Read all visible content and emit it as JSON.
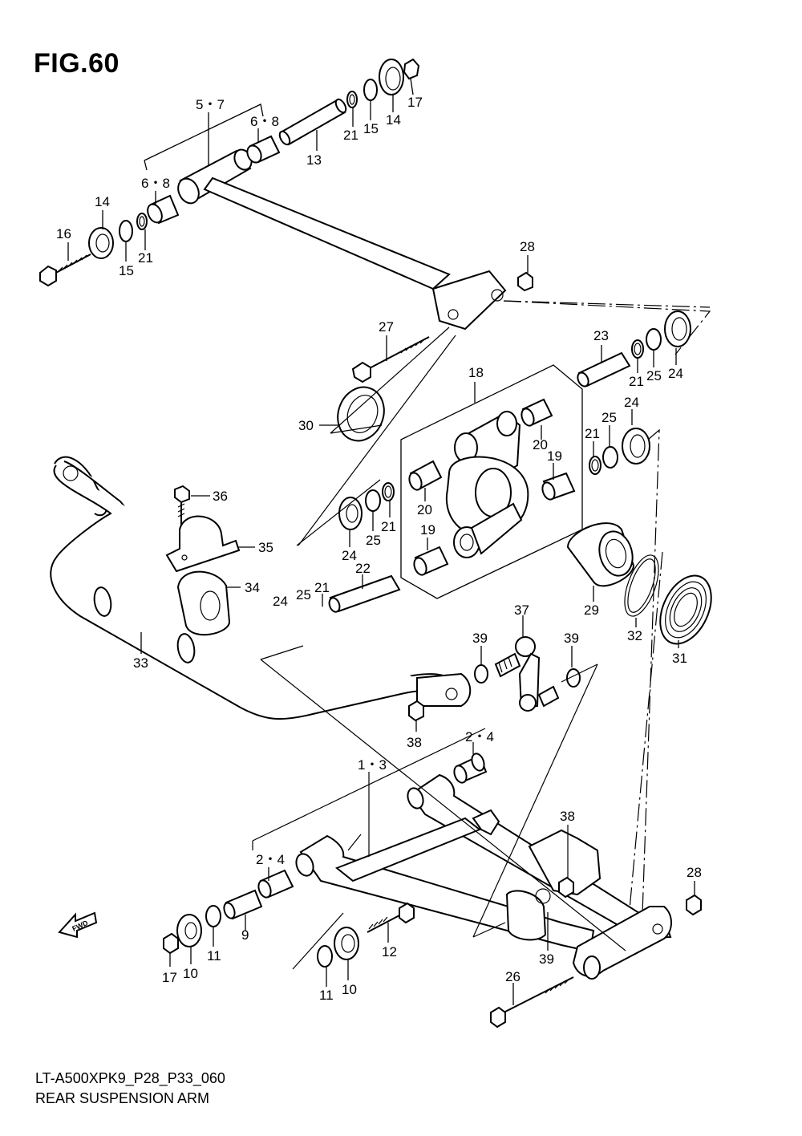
{
  "figure": {
    "title": "FIG.60"
  },
  "footer": {
    "code": "LT-A500XPK9_P28_P33_060",
    "name": "REAR SUSPENSION ARM"
  },
  "fwd_label": "FWD",
  "callouts": {
    "c5_7": "5・7",
    "c6_8a": "6・8",
    "c6_8b": "6・8",
    "c13": "13",
    "c21a": "21",
    "c15a": "15",
    "c14a": "14",
    "c17a": "17",
    "c14b": "14",
    "c16": "16",
    "c15b": "15",
    "c21b": "21",
    "c28a": "28",
    "c27": "27",
    "c23": "23",
    "c21c": "21",
    "c25a": "25",
    "c24a": "24",
    "c18": "18",
    "c30": "30",
    "c20a": "20",
    "c19a": "19",
    "c21d": "21",
    "c25b": "25",
    "c24b": "24",
    "c36": "36",
    "c35": "35",
    "c20b": "20",
    "c21e": "21",
    "c25c": "25",
    "c24c": "24",
    "c19b": "19",
    "c22": "22",
    "c34": "34",
    "c24d": "24",
    "c25d": "25",
    "c21f": "21",
    "c29": "29",
    "c32": "32",
    "c31": "31",
    "c37": "37",
    "c33": "33",
    "c39a": "39",
    "c39b": "39",
    "c38a": "38",
    "c2_4a": "2・4",
    "c1_3": "1・3",
    "c38b": "38",
    "c2_4b": "2・4",
    "c28b": "28",
    "c9": "9",
    "c11a": "11",
    "c10a": "10",
    "c17b": "17",
    "c12": "12",
    "c39c": "39",
    "c11b": "11",
    "c10b": "10",
    "c26": "26"
  }
}
